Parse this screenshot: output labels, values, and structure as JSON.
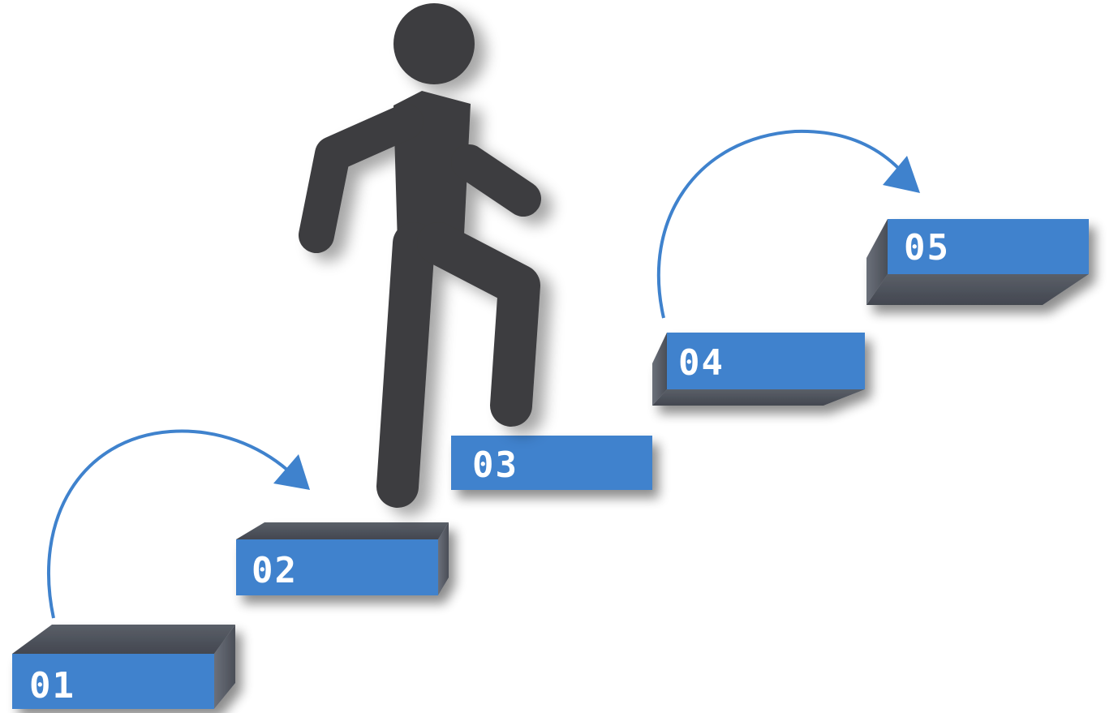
{
  "steps": [
    {
      "label": "01"
    },
    {
      "label": "02"
    },
    {
      "label": "03"
    },
    {
      "label": "04"
    },
    {
      "label": "05"
    }
  ],
  "colors": {
    "step_front": "#3f82cd",
    "step_top": "#4f535b",
    "step_side": "#5d626b",
    "figure": "#3d3d3f",
    "arrow": "#3f82cd",
    "background": "#ffffff"
  },
  "icons": {
    "figure": "person-climbing-stairs-icon",
    "arrow": "curved-arrow-icon"
  }
}
